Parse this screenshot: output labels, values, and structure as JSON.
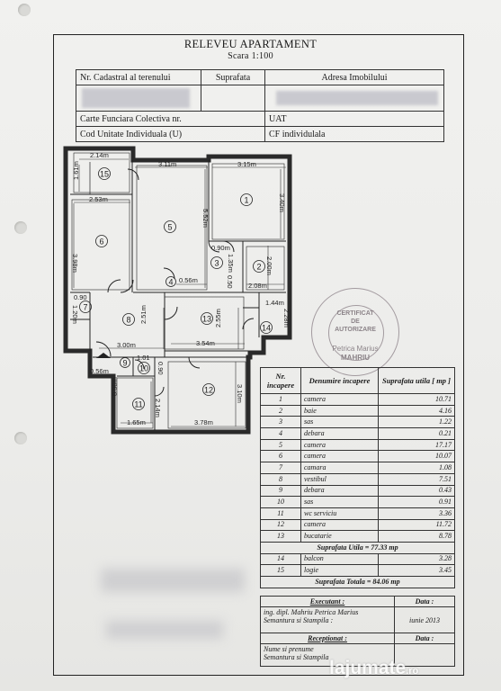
{
  "header": {
    "title": "RELEVEU APARTAMENT",
    "scale": "Scara 1:100",
    "cols": [
      "Nr. Cadastral al terenului",
      "Suprafata",
      "Adresa Imobilului"
    ],
    "carte_funciara": "Carte Funciara Colectiva nr.",
    "cod_unitate": "Cod Unitate Individuala (U)",
    "uat": "UAT",
    "cf_individuala": "CF individulala"
  },
  "plan": {
    "room_numbers": [
      "1",
      "2",
      "3",
      "4",
      "5",
      "6",
      "7",
      "8",
      "9",
      "10",
      "11",
      "12",
      "13",
      "14",
      "15"
    ],
    "dims": [
      "2.14m",
      "3.11m",
      "3.15m",
      "1.61m",
      "2.53m",
      "3.98m",
      "5.52m",
      "3.40m",
      "0.90m",
      "2.00m",
      "1.35m",
      "0.56m",
      "2.08m",
      "0.50",
      "0.90",
      "1.20m",
      "2.51m",
      "2.55m",
      "1.44m",
      "2.28m",
      "3.00m",
      "3.54m",
      "0.56m",
      "1.01",
      "0.90",
      "0.90m",
      "2.14m",
      "3.10m",
      "1.65m",
      "3.78m"
    ]
  },
  "table": {
    "headers": [
      "Nr. incapere",
      "Denumire incapere",
      "Suprafata utila [ mp ]"
    ],
    "rows": [
      {
        "nr": "1",
        "name": "camera",
        "area": "10.71"
      },
      {
        "nr": "2",
        "name": "baie",
        "area": "4.16"
      },
      {
        "nr": "3",
        "name": "sas",
        "area": "1.22"
      },
      {
        "nr": "4",
        "name": "debara",
        "area": "0.21"
      },
      {
        "nr": "5",
        "name": "camera",
        "area": "17.17"
      },
      {
        "nr": "6",
        "name": "camera",
        "area": "10.07"
      },
      {
        "nr": "7",
        "name": "camara",
        "area": "1.08"
      },
      {
        "nr": "8",
        "name": "vestibul",
        "area": "7.51"
      },
      {
        "nr": "9",
        "name": "debara",
        "area": "0.43"
      },
      {
        "nr": "10",
        "name": "sas",
        "area": "0.91"
      },
      {
        "nr": "11",
        "name": "wc serviciu",
        "area": "3.36"
      },
      {
        "nr": "12",
        "name": "camera",
        "area": "11.72"
      },
      {
        "nr": "13",
        "name": "bucatarie",
        "area": "8.78"
      }
    ],
    "sum_utila": "Suprafata Utila = 77.33 mp",
    "extra_rows": [
      {
        "nr": "14",
        "name": "balcon",
        "area": "3.28"
      },
      {
        "nr": "15",
        "name": "logie",
        "area": "3.45"
      }
    ],
    "sum_totala": "Suprafata Totala = 84.06 mp"
  },
  "footer": {
    "executant_label": "Executant :",
    "data_label": "Data :",
    "executant_name": "ing. dipl. Mahriu Petrica Marius",
    "executant_sign": "Semantura si Stampila :",
    "executant_date": "iunie 2013",
    "receptionat_label": "Receptionat :",
    "data_label2": "Data :",
    "nume": "Nume si prenume",
    "semnatura": "Semantura si Stampila"
  },
  "stamp": {
    "line1": "CERTIFICAT",
    "line2": "DE",
    "line3": "AUTORIZARE",
    "name1": "Petrica Marius",
    "name2": "MAHRIU"
  },
  "watermark": {
    "text": "lajumate",
    "suffix": ".ro"
  }
}
